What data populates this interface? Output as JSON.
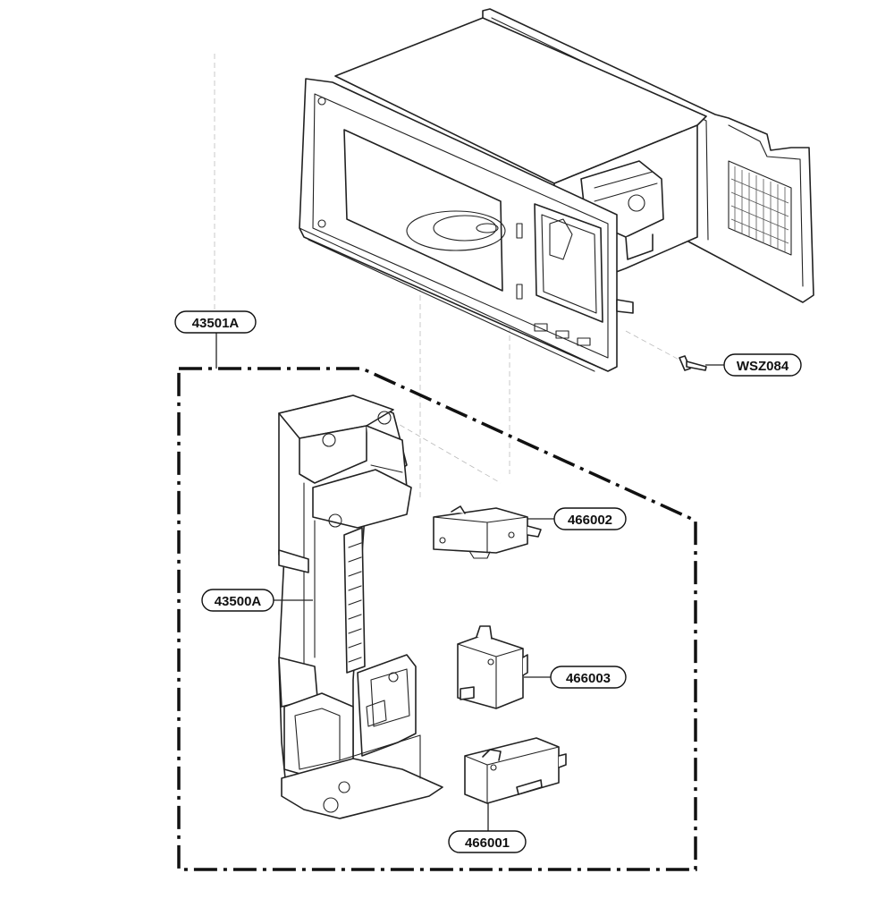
{
  "callouts": {
    "assembly": "43501A",
    "latch": "43500A",
    "switch_top": "466002",
    "switch_mid": "466003",
    "switch_bottom": "466001",
    "screw": "WSZ084"
  },
  "icons": {
    "cavity": "microwave-cavity-icon",
    "latch_board": "latch-board-icon",
    "switch": "micro-switch-icon",
    "screw": "screw-icon"
  }
}
